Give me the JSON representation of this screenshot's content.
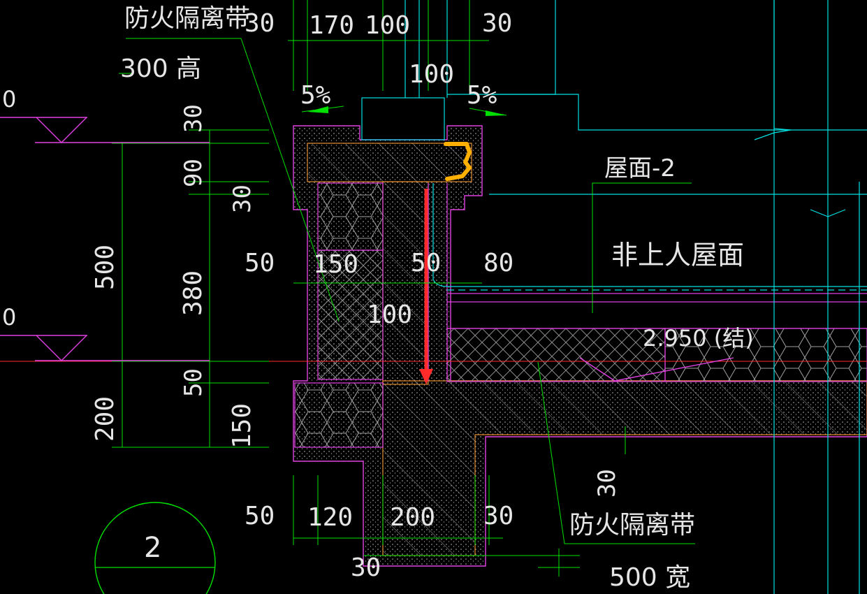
{
  "labels": {
    "fire_belt_top": "防火隔离带",
    "height_note": "300 高",
    "roof_name": "屋面-2",
    "roof_type": "非上人屋面",
    "elevation": "2.950 (结)",
    "fire_belt_bottom": "防火隔离带",
    "width_note": "500 宽",
    "detail_number": "2",
    "level_mark_top": "0",
    "level_mark_bottom": "0"
  },
  "dims": {
    "top_30_left": "30",
    "top_170": "170",
    "top_100": "100",
    "top_30_right": "30",
    "cap_100": "100",
    "slope_left": "5%",
    "slope_right": "5%",
    "v_30_top": "30",
    "v_90": "90",
    "v_30_mid": "30",
    "v_500": "500",
    "v_380": "380",
    "v_50": "50",
    "v_200": "200",
    "v_150": "150",
    "mid_50_left": "50",
    "mid_150": "150",
    "mid_50_right": "50",
    "mid_80": "80",
    "mid_100": "100",
    "bot_50": "50",
    "bot_120": "120",
    "bot_200": "200",
    "bot_30_right": "30",
    "bot_30_base": "30",
    "v_30_bottom": "30"
  },
  "colors": {
    "background": "#000000",
    "green": "#00e000",
    "cyan": "#00e0e0",
    "magenta": "#e040e0",
    "orange": "#e08a30",
    "red": "#ff2a2a",
    "highlight": "#ffb000",
    "text": "#e6e6e6"
  }
}
